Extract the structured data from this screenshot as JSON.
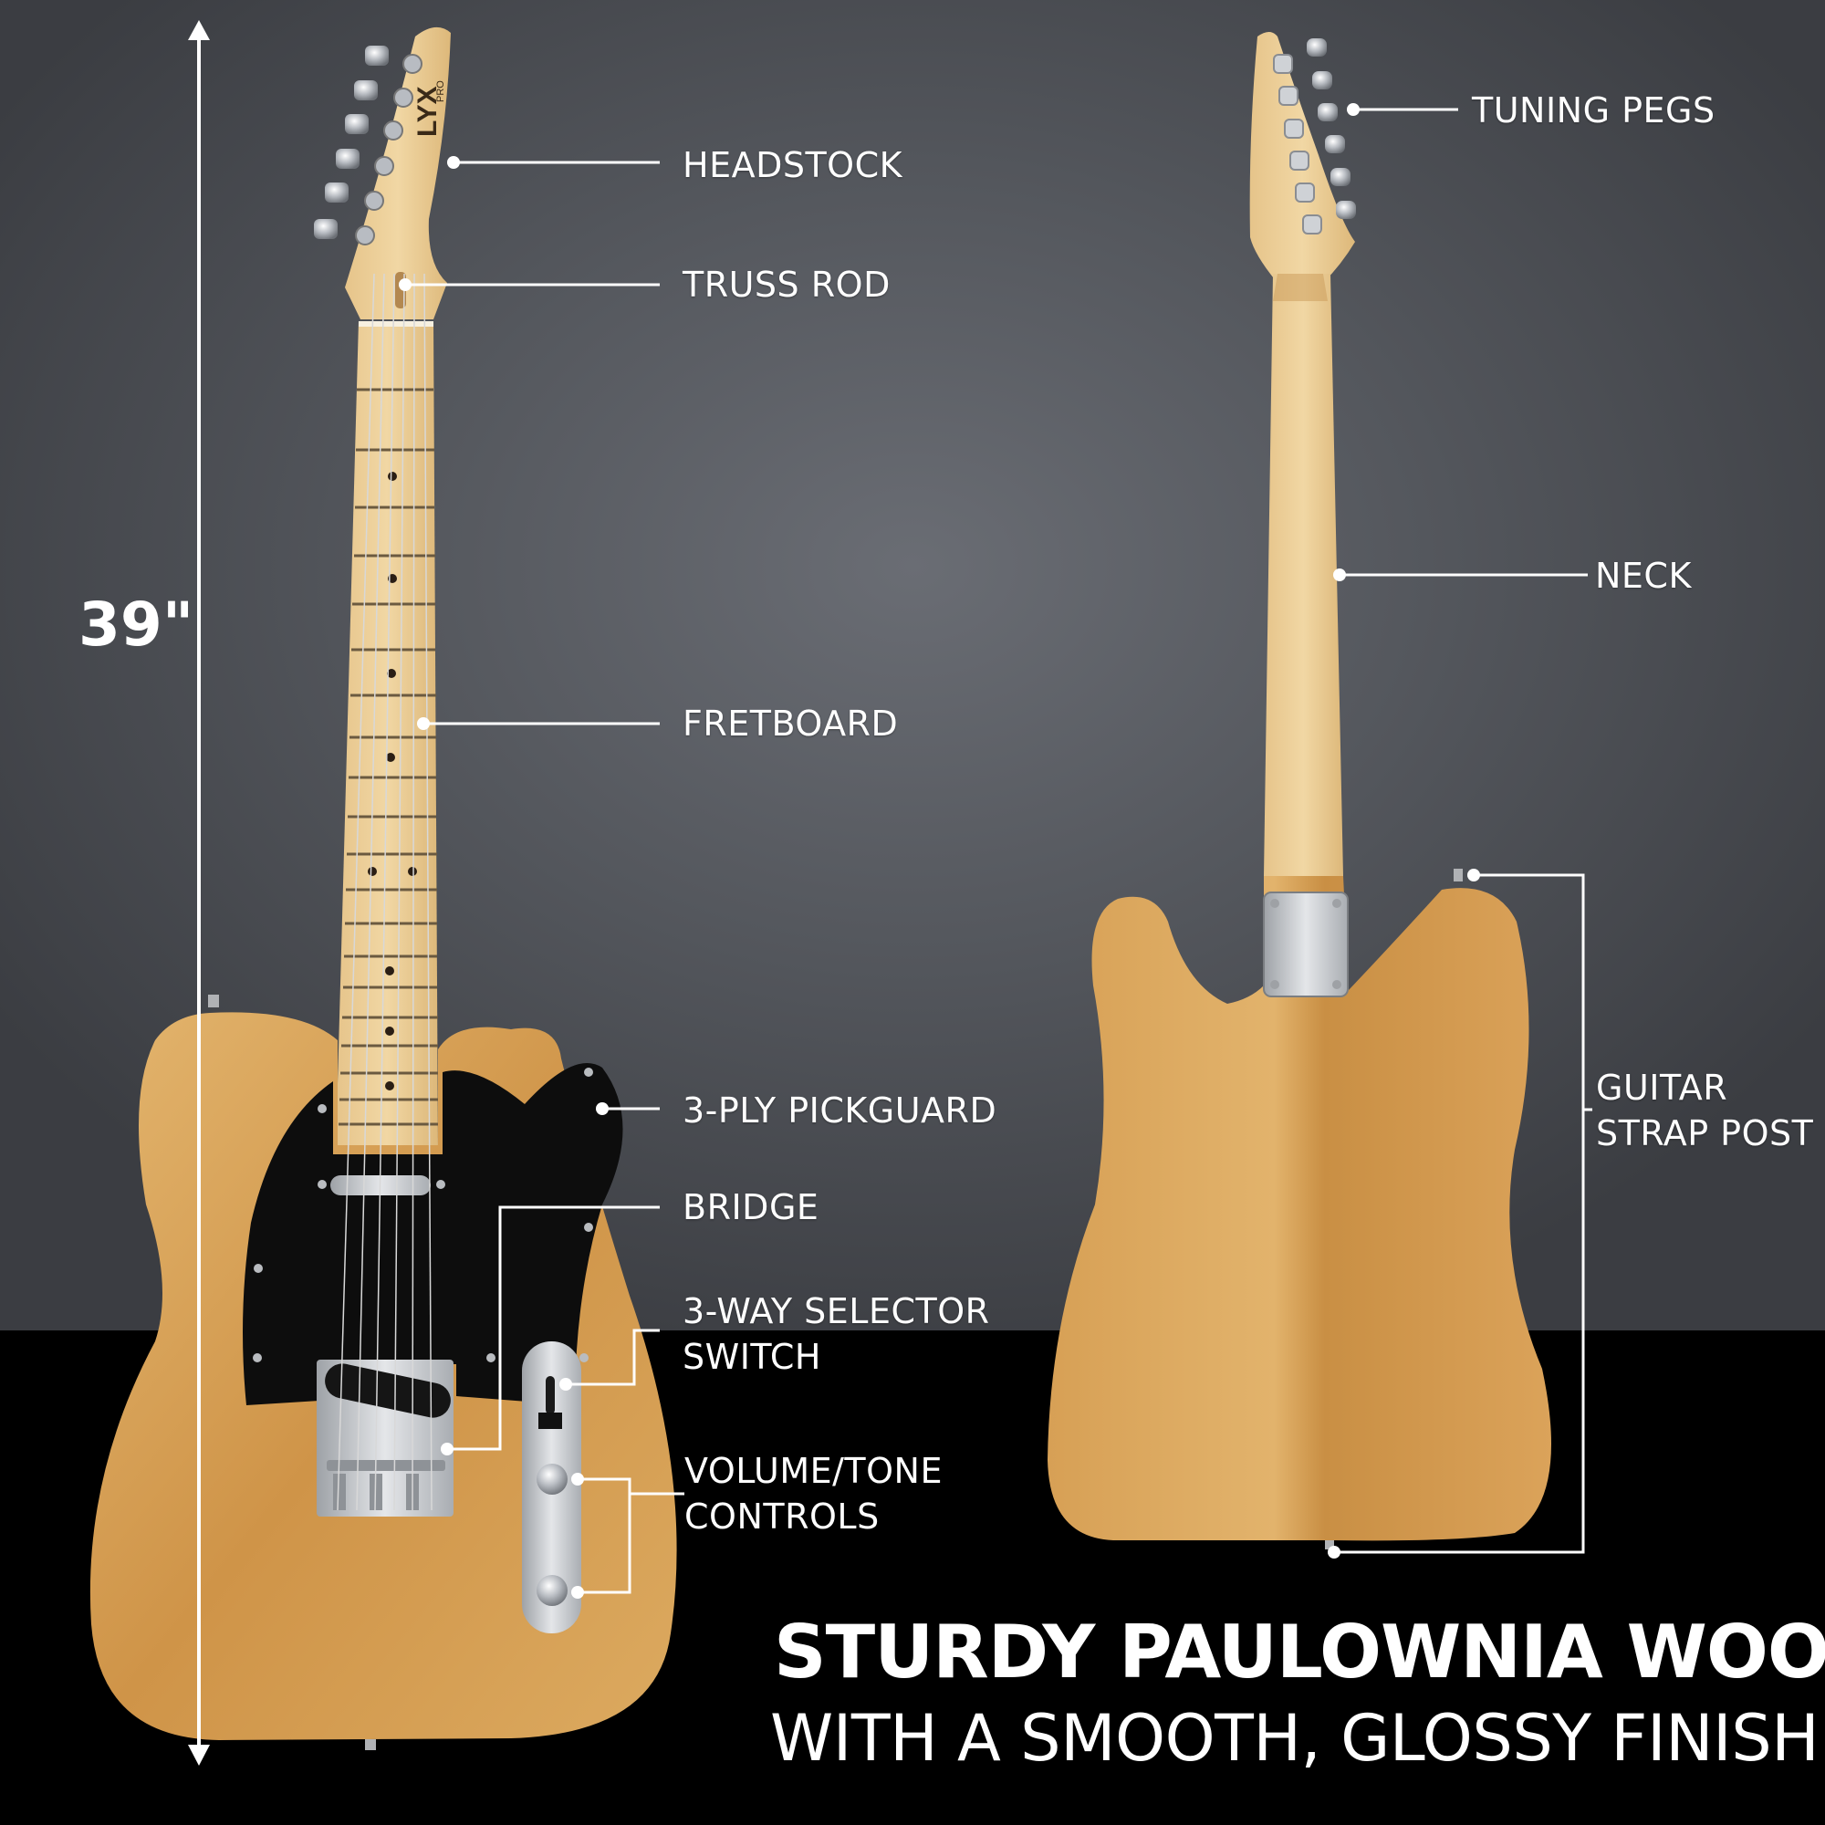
{
  "dimension": {
    "height_label": "39\""
  },
  "brand": {
    "logo_text": "LYX",
    "logo_sub": "PRO"
  },
  "callouts": {
    "headstock": "HEADSTOCK",
    "truss_rod": "TRUSS ROD",
    "fretboard": "FRETBOARD",
    "pickguard": "3-PLY PICKGUARD",
    "bridge": "BRIDGE",
    "selector_line1": "3-WAY SELECTOR",
    "selector_line2": "SWITCH",
    "controls_line1": "VOLUME/TONE",
    "controls_line2": "CONTROLS",
    "tuning_pegs": "TUNING PEGS",
    "neck": "NECK",
    "strap_line1": "GUITAR",
    "strap_line2": "STRAP POST"
  },
  "headline": {
    "title": "STURDY PAULOWNIA WOOD",
    "subtitle": "WITH A SMOOTH, GLOSSY FINISH"
  },
  "colors": {
    "background": "#55585e",
    "floor": "#000000",
    "wood": "#d9a45a",
    "maple": "#eccf98",
    "pickguard": "#0d0d0d",
    "chrome": "#c9ccd0",
    "callout": "#ffffff"
  }
}
